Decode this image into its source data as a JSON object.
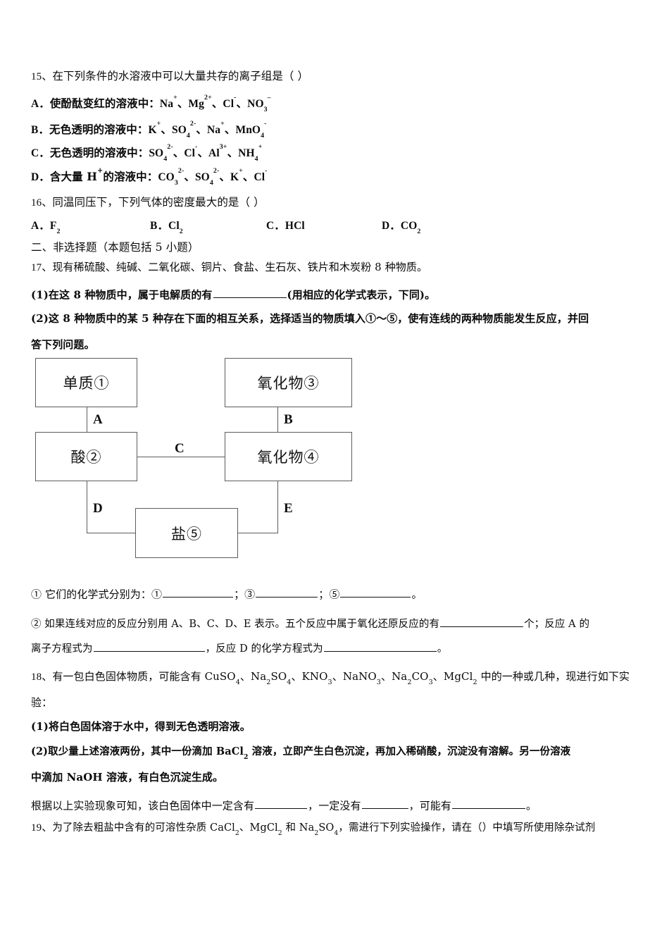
{
  "document": {
    "type": "chemistry-exam-paper",
    "language": "zh-CN"
  },
  "questions": [
    {
      "number": "15、",
      "stem": "在下列条件的水溶液中可以大量共存的离子组是（      ）",
      "options": [
        {
          "label": "A．",
          "text_prefix": "使酚酞变红的溶液中：",
          "ions": "Na+、Mg2+、Cl-、NO3-"
        },
        {
          "label": "B．",
          "text_prefix": "无色透明的溶液中：",
          "ions": "K+、SO42-、Na+、MnO4-"
        },
        {
          "label": "C．",
          "text_prefix": "无色透明的溶液中：",
          "ions": "SO42-、Cl-、Al3+、NH4+"
        },
        {
          "label": "D．",
          "text_prefix": "含大量H+的溶液中：",
          "ions": "CO32-、SO42-、K+、Cl-"
        }
      ]
    },
    {
      "number": "16、",
      "stem": "同温同压下，下列气体的密度最大的是（    ）",
      "options": [
        {
          "label": "A．",
          "formula": "F2"
        },
        {
          "label": "B．",
          "formula": "Cl2"
        },
        {
          "label": "C．",
          "formula": "HCl"
        },
        {
          "label": "D．",
          "formula": "CO2"
        }
      ]
    }
  ],
  "section_two": {
    "heading": "二、非选择题（本题包括 5 小题）"
  },
  "q17": {
    "number": "17、",
    "stem": "现有稀硫酸、纯碱、二氧化碳、铜片、食盐、生石灰、铁片和木炭粉 8 种物质。",
    "part1_prefix": "(1)在这 8 种物质中，属于电解质的有",
    "part1_suffix": "(用相应的化学式表示，下同)。",
    "part2_line1": "(2)这 8 种物质中的某 5 种存在下面的相互关系，选择适当的物质填入①～⑤，使有连线的两种物质能发生反应，并回",
    "part2_line2": "答下列问题。",
    "sub1_prefix": "① 它们的化学式分别为：①",
    "sub1_mid1": "；③",
    "sub1_mid2": "；⑤",
    "sub1_suffix": "。",
    "sub2_line1_a": "② 如果连线对应的反应分别用 A、B、C、D、E 表示。五个反应中属于氧化还原反应的有",
    "sub2_line1_b": "个；反应 A 的",
    "sub2_line2_a": "离子方程式为",
    "sub2_line2_b": "，反应 D 的化学方程式为",
    "sub2_line2_c": "。"
  },
  "diagram": {
    "name": "substance-relationship-diagram",
    "boxes": [
      {
        "id": "box1",
        "label": "单质①"
      },
      {
        "id": "box3",
        "label": "氧化物③"
      },
      {
        "id": "box2",
        "label": "酸②"
      },
      {
        "id": "box4",
        "label": "氧化物④"
      },
      {
        "id": "box5",
        "label": "盐⑤"
      }
    ],
    "edges": [
      {
        "id": "edgeA",
        "label": "A",
        "from": "box1",
        "to": "box2"
      },
      {
        "id": "edgeB",
        "label": "B",
        "from": "box3",
        "to": "box4"
      },
      {
        "id": "edgeC",
        "label": "C",
        "from": "box2",
        "to": "box4"
      },
      {
        "id": "edgeD",
        "label": "D",
        "from": "box2",
        "to": "box5"
      },
      {
        "id": "edgeE",
        "label": "E",
        "from": "box4",
        "to": "box5"
      }
    ]
  },
  "q18": {
    "number": "18、",
    "stem_line1": "有一包白色固体物质，可能含有 CuSO4、Na2SO4、KNO3、NaNO3、Na2CO3、MgCl2 中的一种或几种，现进行如下实",
    "stem_line2": "验：",
    "part1": "(1)将白色固体溶于水中，得到无色透明溶液。",
    "part2_line1": "(2)取少量上述溶液两份，其中一份滴加 BaCl2 溶液，立即产生白色沉淀，再加入稀硝酸，沉淀没有溶解。另一份溶液",
    "part2_line2": "中滴加 NaOH 溶液，有白色沉淀生成。",
    "conclusion_a": "根据以上实验现象可知，该白色固体中一定含有",
    "conclusion_b": "，一定没有",
    "conclusion_c": "，可能有",
    "conclusion_d": "。"
  },
  "q19": {
    "number": "19、",
    "stem": "为了除去粗盐中含有的可溶性杂质 CaCl2、MgCl2 和 Na2SO4，需进行下列实验操作，请在（）中填写所使用除杂试剂"
  }
}
